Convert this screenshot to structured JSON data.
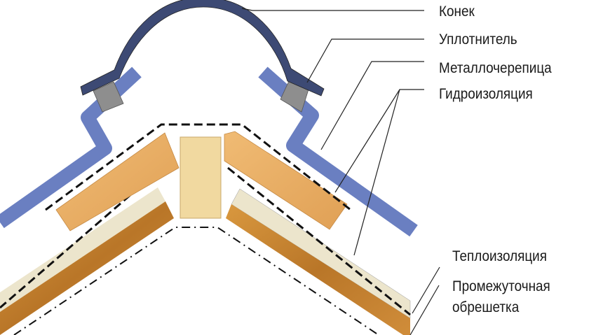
{
  "labels": {
    "ridge": "Конек",
    "seal": "Уплотнитель",
    "metal_tile": "Металлочерепица",
    "waterproofing": "Гидроизоляция",
    "insulation": "Теплоизоляция",
    "counter_batten_1": "Промежуточная",
    "counter_batten_2": "обрешетка"
  },
  "colors": {
    "ridge": "#3d4a74",
    "metal_tile": "#6a7fc1",
    "seal": "#8e8e8e",
    "batten": "#e8ac62",
    "center_board": "#f1d9a0",
    "insulation": "#ece5cc",
    "wood": "#c98a3a"
  }
}
